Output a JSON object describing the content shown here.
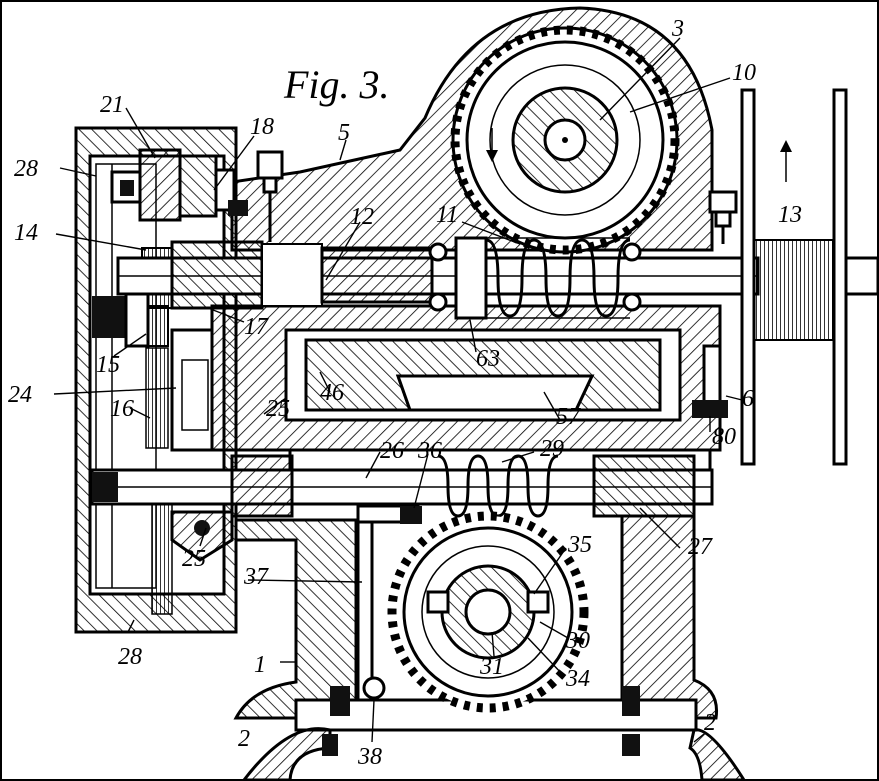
{
  "figure": {
    "title": "Fig. 3.",
    "labels": [
      {
        "id": "3",
        "text": "3"
      },
      {
        "id": "10",
        "text": "10"
      },
      {
        "id": "21",
        "text": "21"
      },
      {
        "id": "18",
        "text": "18"
      },
      {
        "id": "5",
        "text": "5"
      },
      {
        "id": "28a",
        "text": "28"
      },
      {
        "id": "14",
        "text": "14"
      },
      {
        "id": "11",
        "text": "11"
      },
      {
        "id": "12",
        "text": "12"
      },
      {
        "id": "13",
        "text": "13"
      },
      {
        "id": "17",
        "text": "17"
      },
      {
        "id": "15",
        "text": "15"
      },
      {
        "id": "63",
        "text": "63"
      },
      {
        "id": "24",
        "text": "24"
      },
      {
        "id": "46",
        "text": "46"
      },
      {
        "id": "6",
        "text": "6"
      },
      {
        "id": "16",
        "text": "16"
      },
      {
        "id": "25a",
        "text": "25"
      },
      {
        "id": "57",
        "text": "57"
      },
      {
        "id": "80",
        "text": "80"
      },
      {
        "id": "26",
        "text": "26"
      },
      {
        "id": "36",
        "text": "36"
      },
      {
        "id": "29",
        "text": "29"
      },
      {
        "id": "25b",
        "text": "25"
      },
      {
        "id": "27",
        "text": "27"
      },
      {
        "id": "35",
        "text": "35"
      },
      {
        "id": "37",
        "text": "37"
      },
      {
        "id": "30",
        "text": "30"
      },
      {
        "id": "28b",
        "text": "28"
      },
      {
        "id": "1",
        "text": "1"
      },
      {
        "id": "31",
        "text": "31"
      },
      {
        "id": "34",
        "text": "34"
      },
      {
        "id": "2a",
        "text": "2"
      },
      {
        "id": "2b",
        "text": "2"
      },
      {
        "id": "38",
        "text": "38"
      }
    ]
  }
}
